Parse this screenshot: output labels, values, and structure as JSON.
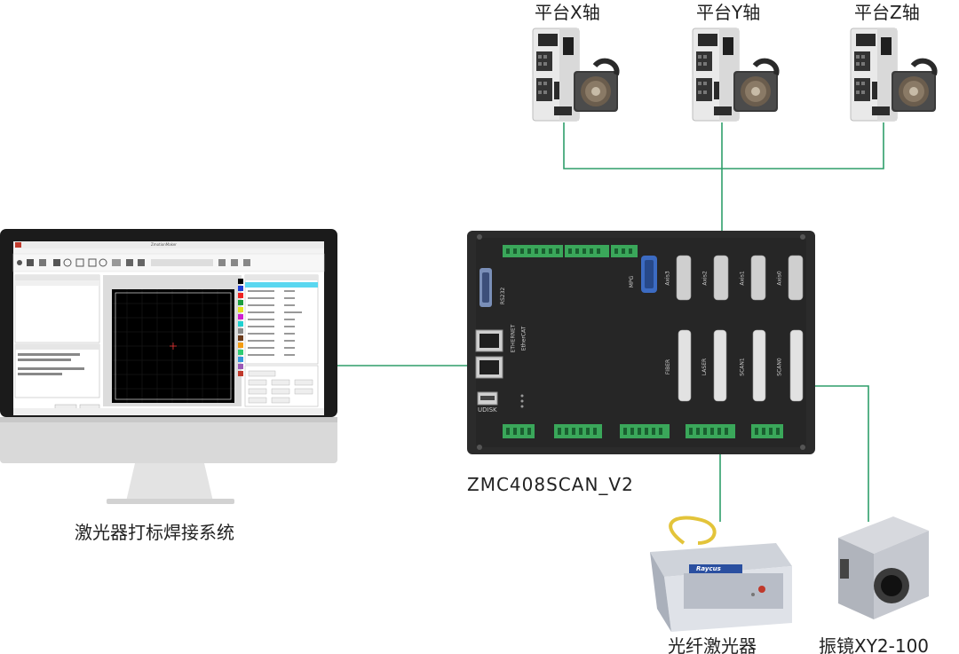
{
  "labels": {
    "axis_x": "平台X轴",
    "axis_y": "平台Y轴",
    "axis_z": "平台Z轴",
    "system": "激光器打标焊接系统",
    "controller": "ZMC408SCAN_V2",
    "laser": "光纤激光器",
    "galvo": "振镜XY2-100"
  },
  "controller_ports": {
    "rs232": "RS232",
    "ethernet": "ETHERNET",
    "ethercat": "EtherCAT",
    "udisk": "UDISK",
    "mpg": "MPG",
    "axis3": "Axis3",
    "axis2": "Axis2",
    "axis1": "Axis1",
    "axis0": "Axis0",
    "fiber": "FIBER",
    "laser_port": "LASER",
    "scan1": "SCAN1",
    "scan0": "SCAN0",
    "brand": "Raycus"
  },
  "software_window": {
    "title": "ZmotionMaker"
  },
  "colors": {
    "connection_line": "#2e9e6a",
    "controller_body": "#2b2b2b",
    "terminal_green": "#3aa75a"
  }
}
